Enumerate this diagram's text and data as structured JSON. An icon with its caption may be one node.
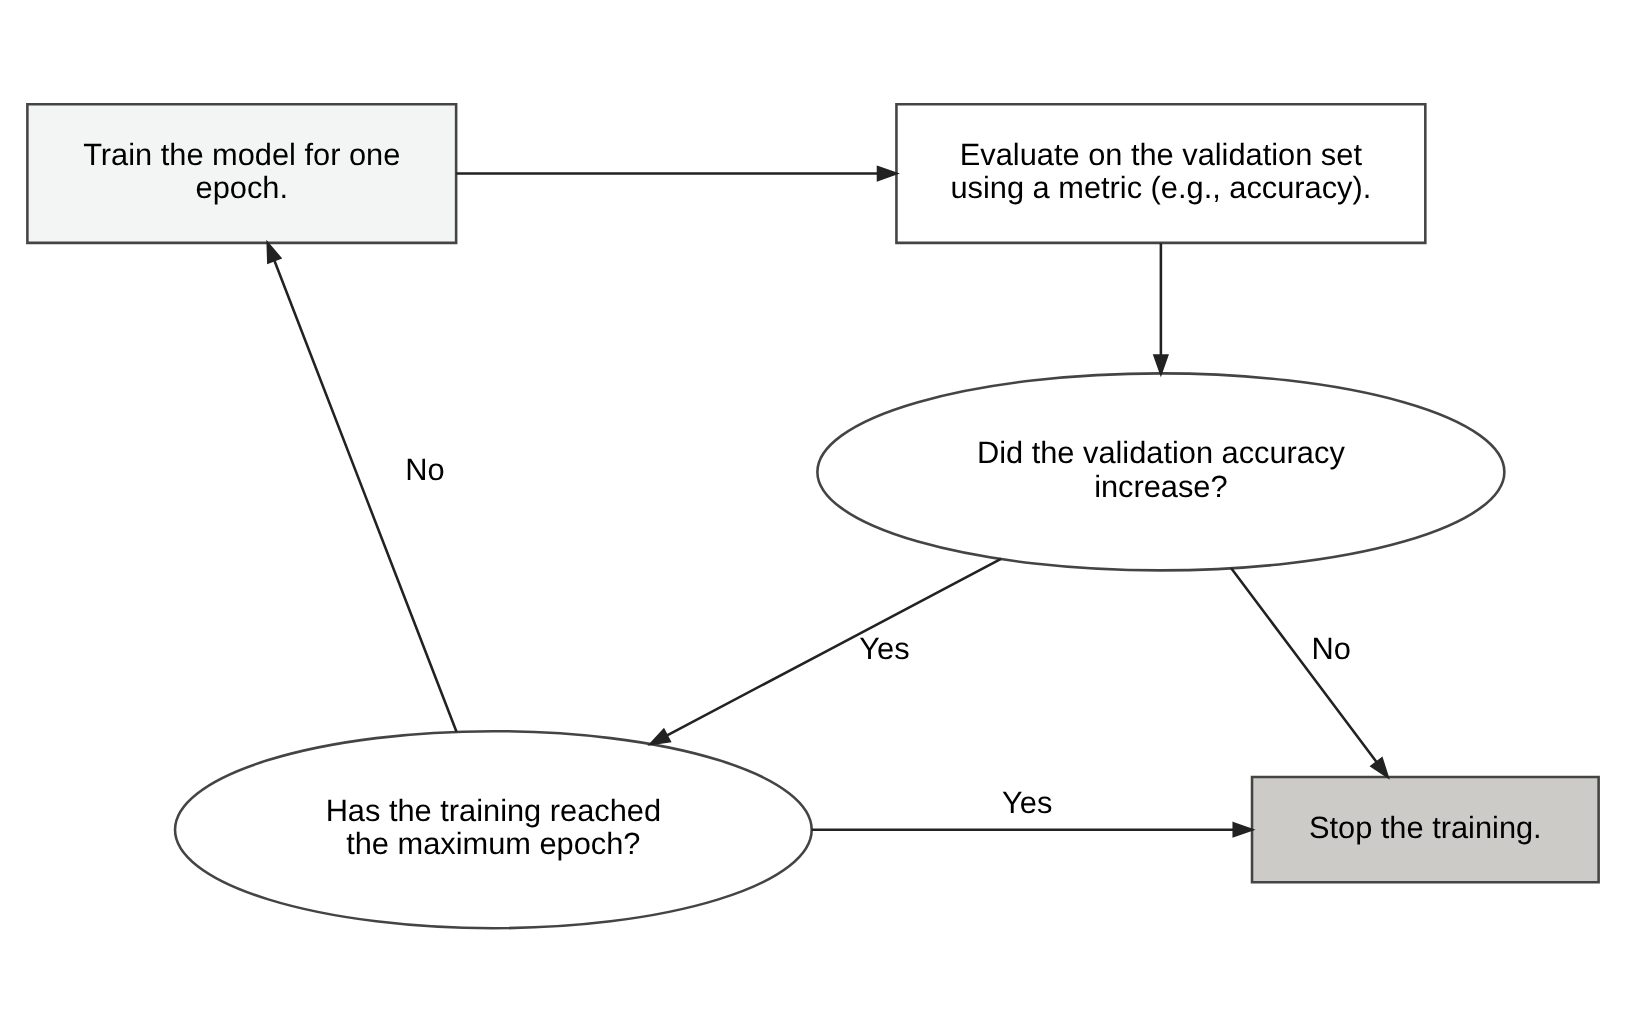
{
  "diagram": {
    "nodes": [
      {
        "text": [
          "Train the model for one epoch."
        ]
      },
      {
        "text": [
          "Evaluate on the validation set using a metric (e.g., accuracy)."
        ]
      },
      {
        "text": [
          "Did the validation accuracy increase?"
        ]
      },
      {
        "text": [
          "Has the training reached the maximum epoch?"
        ]
      },
      {
        "text": [
          "Stop the training."
        ]
      }
    ],
    "edges": [
      {
        "from": 0,
        "to": 1,
        "arrow": "to"
      },
      {
        "from": 1,
        "to": 2,
        "arrow": "to"
      },
      {
        "from": 2,
        "to": 3,
        "arrow": "to",
        "label": "Yes"
      },
      {
        "from": 2,
        "to": 4,
        "arrow": "to",
        "label": "No"
      },
      {
        "from": 3,
        "to": 0,
        "arrow": "to",
        "label": "No"
      },
      {
        "from": 3,
        "to": 4,
        "arrow": "to",
        "label": "Yes"
      }
    ]
  }
}
